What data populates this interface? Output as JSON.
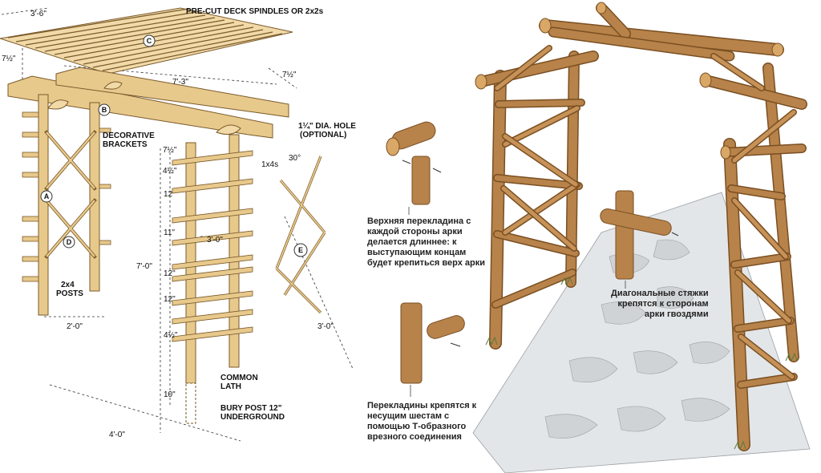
{
  "left_diagram": {
    "labels": {
      "spindles": "PRE-CUT DECK SPINDLES OR 2x2s",
      "brackets_1": "DECORATIVE",
      "brackets_2": "BRACKETS",
      "hole_1": "1¼\" DIA. HOLE",
      "hole_2": "(OPTIONAL)",
      "angle": "30°",
      "lumber": "1x4s",
      "posts_1": "2x4",
      "posts_2": "POSTS",
      "lath_1": "COMMON",
      "lath_2": "LATH",
      "bury_1": "BURY POST 12\"",
      "bury_2": "UNDERGROUND"
    },
    "parts": {
      "a": "A",
      "b": "B",
      "c": "C",
      "d": "D",
      "e": "E"
    },
    "dimensions": {
      "top_width": "3'-6\"",
      "overhang_left": "7½\"",
      "beam_length": "7'-3\"",
      "overhang_right": "7½\"",
      "header_gap": "7½\"",
      "first_gap": "4½\"",
      "gap_1": "12",
      "gap_2": "11\"",
      "gap_3": "12\"",
      "gap_4": "12\"",
      "bottom_gap": "4½\"",
      "post_height": "7'-0\"",
      "inner_width": "3'-0\"",
      "side_depth": "2'-0\"",
      "bury_depth": "10\"",
      "overall_width": "4'-0\"",
      "lattice_width": "3'-0\""
    }
  },
  "right_notes": {
    "top_beam": [
      "Верхняя перекладина с",
      "каждой стороны арки",
      "делается длиннее: к",
      "выступающим концам",
      "будет крепиться верх арки"
    ],
    "braces": [
      "Диагональные стяжки",
      "крепятся к сторонам",
      "арки гвоздями"
    ],
    "joint": [
      "Перекладины крепятся к",
      "несущим шестам с",
      "помощью Т-образного",
      "врезного соединения"
    ]
  },
  "colors": {
    "light_wood": "#e8c98c",
    "light_wood_edge": "#7a5a2a",
    "log": "#b7834a",
    "log_dark": "#7a4f22",
    "log_light": "#d9a766",
    "path": "#cfd3d6"
  }
}
